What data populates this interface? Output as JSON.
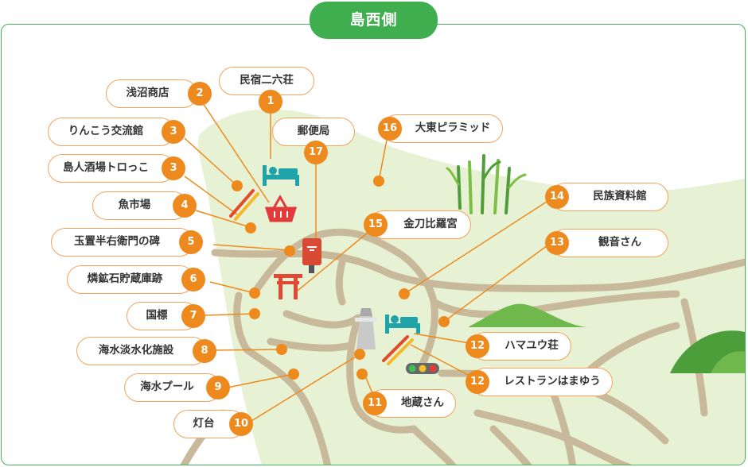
{
  "title": "島西側",
  "colors": {
    "accent": "#3fae4f",
    "marker": "#ee8a1d",
    "road": "#c8b99b",
    "land": "#e7f1d4"
  },
  "labels": {
    "l1": "民宿二六荘",
    "l2": "浅沼商店",
    "l3a": "りんこう交流館",
    "l3b": "島人酒場トロっこ",
    "l4": "魚市場",
    "l5": "玉置半右衛門の碑",
    "l6": "燐鉱石貯蔵庫跡",
    "l7": "国標",
    "l8": "海水淡水化施設",
    "l9": "海水プール",
    "l10": "灯台",
    "l11": "地蔵さん",
    "l12a": "ハマユウ荘",
    "l12b": "レストランはまゆう",
    "l13": "観音さん",
    "l14": "民族資料館",
    "l15": "金刀比羅宮",
    "l16": "大東ピラミッド",
    "l17": "郵便局"
  },
  "numbers": {
    "n1": "1",
    "n2": "2",
    "n3a": "3",
    "n3b": "3",
    "n4": "4",
    "n5": "5",
    "n6": "6",
    "n7": "7",
    "n8": "8",
    "n9": "9",
    "n10": "10",
    "n11": "11",
    "n12a": "12",
    "n12b": "12",
    "n13": "13",
    "n14": "14",
    "n15": "15",
    "n16": "16",
    "n17": "17"
  },
  "icons": [
    "bed-icon",
    "shopping-basket-icon",
    "chopsticks-icon",
    "mailbox-icon",
    "torii-icon",
    "lighthouse-icon",
    "traffic-light-icon",
    "sugarcane-icon",
    "hill-icon"
  ]
}
